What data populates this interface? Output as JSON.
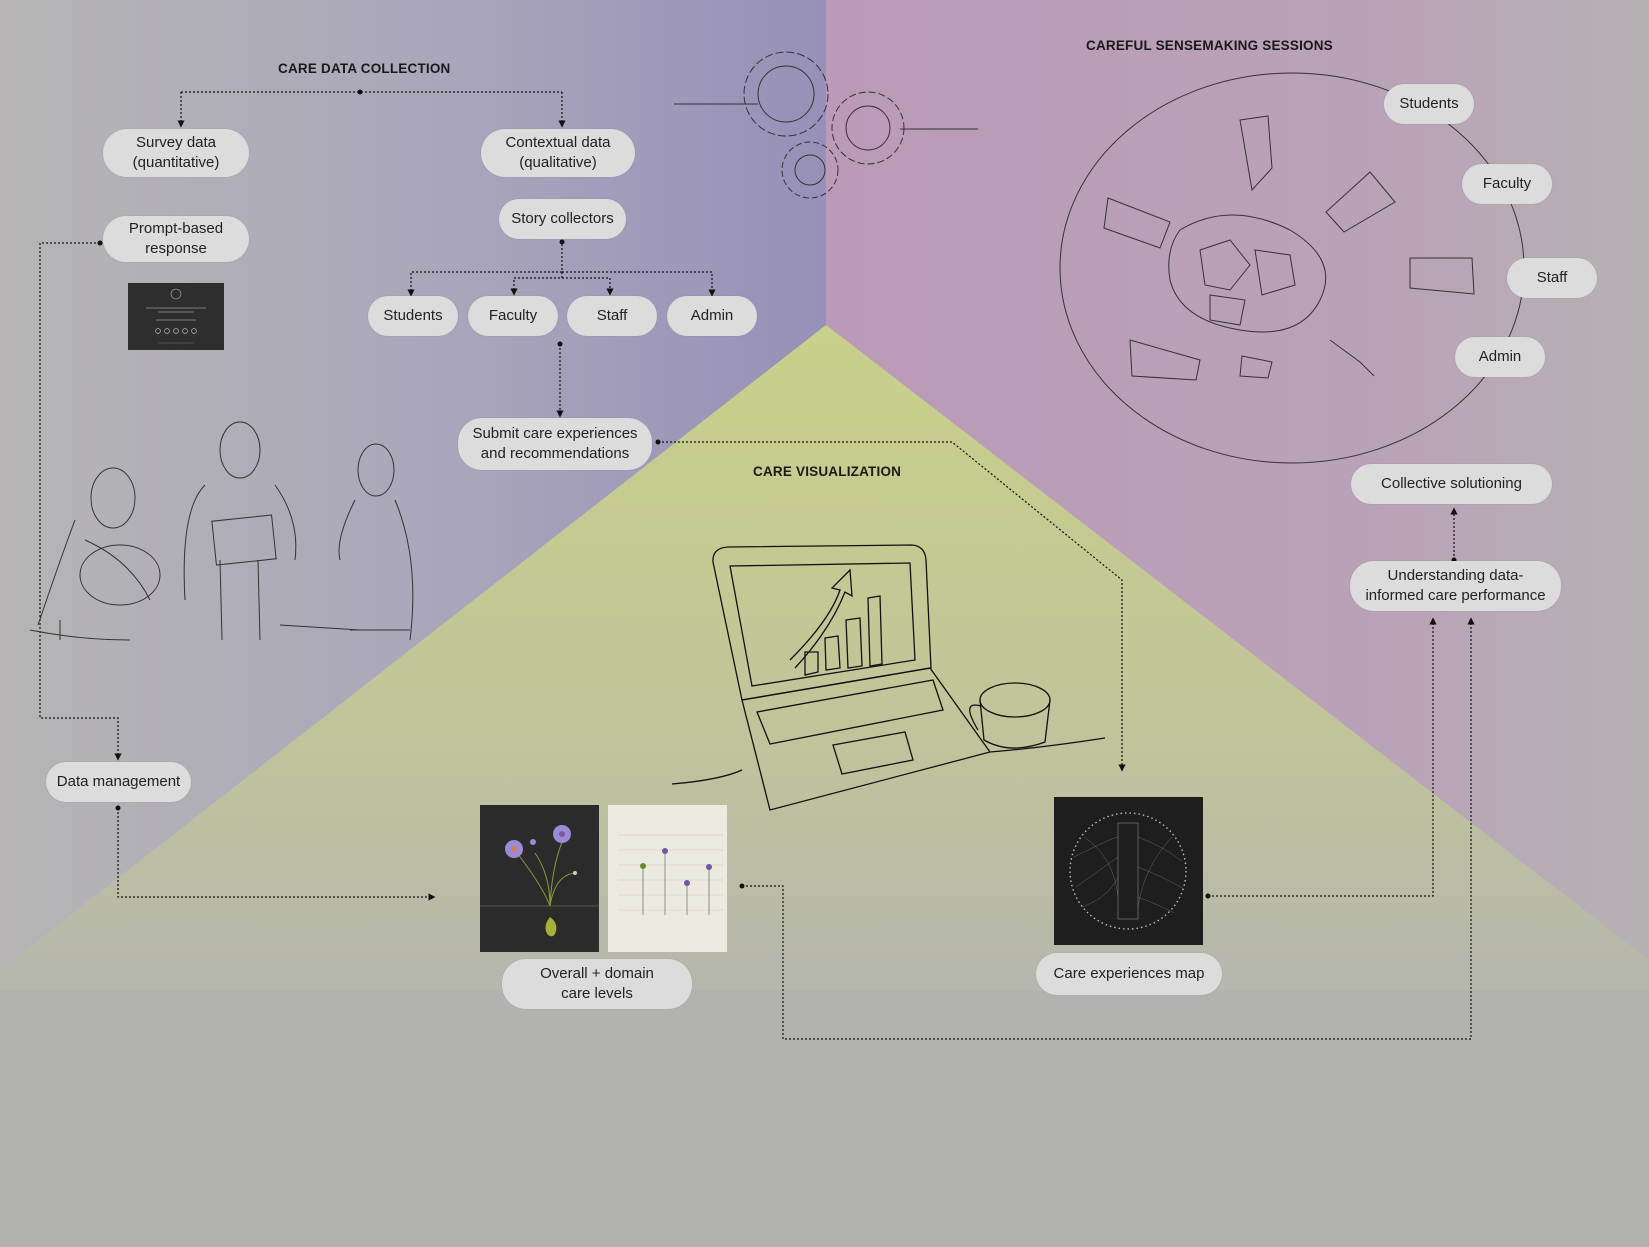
{
  "sections": {
    "collection": "CARE DATA COLLECTION",
    "sensemaking": "CAREFUL SENSEMAKING SESSIONS",
    "visualization": "CARE VISUALIZATION"
  },
  "collection": {
    "survey": "Survey data\n(quantitative)",
    "contextual": "Contextual data\n(qualitative)",
    "prompt": "Prompt-based\nresponse",
    "story": "Story collectors",
    "roles": [
      "Students",
      "Faculty",
      "Staff",
      "Admin"
    ],
    "submit": "Submit care experiences\nand recommendations",
    "data_mgmt": "Data management"
  },
  "sensemaking": {
    "roles": [
      "Students",
      "Faculty",
      "Staff",
      "Admin"
    ],
    "collective": "Collective solutioning",
    "understanding": "Understanding data-\ninformed care performance"
  },
  "visualization": {
    "levels": "Overall + domain\ncare levels",
    "map": "Care experiences map"
  },
  "colors": {
    "purple_region": "#9c96b8",
    "pink_region": "#b79ab5",
    "green_region": "#c3cb8a",
    "base": "#b3b3b1",
    "pill": "#dcdcdc"
  }
}
